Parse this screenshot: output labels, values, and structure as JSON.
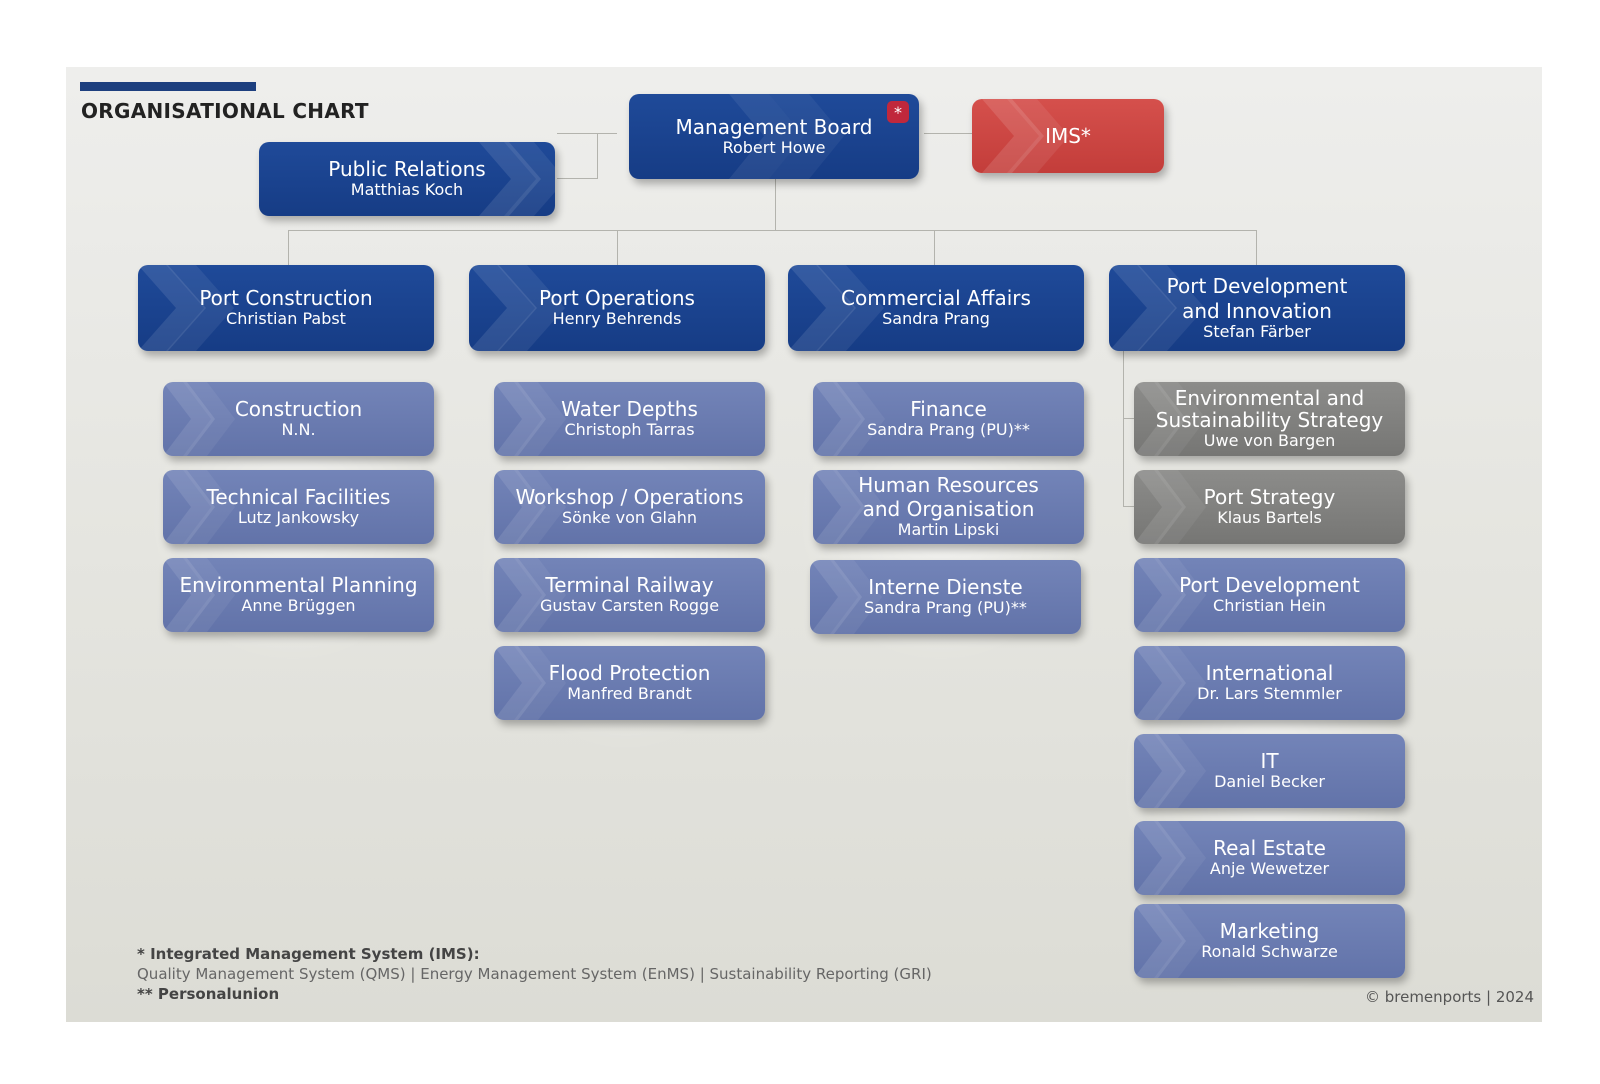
{
  "chart": {
    "title": "ORGANISATIONAL CHART"
  },
  "management": {
    "title": "Management Board",
    "person": "Robert Howe",
    "badge": "*"
  },
  "public_relations": {
    "title": "Public Relations",
    "person": "Matthias Koch"
  },
  "ims": {
    "title": "IMS*"
  },
  "divisions": [
    {
      "title": "Port Construction",
      "person": "Christian Pabst",
      "units": [
        {
          "title": "Construction",
          "person": "N.N."
        },
        {
          "title": "Technical Facilities",
          "person": "Lutz Jankowsky"
        },
        {
          "title": "Environmental Planning",
          "person": "Anne Brüggen"
        }
      ]
    },
    {
      "title": "Port Operations",
      "person": "Henry Behrends",
      "units": [
        {
          "title": "Water Depths",
          "person": "Christoph Tarras"
        },
        {
          "title": "Workshop / Operations",
          "person": "Sönke von Glahn"
        },
        {
          "title": "Terminal Railway",
          "person": "Gustav Carsten Rogge"
        },
        {
          "title": "Flood Protection",
          "person": "Manfred Brandt"
        }
      ]
    },
    {
      "title": "Commercial Affairs",
      "person": "Sandra Prang",
      "units": [
        {
          "title": "Finance",
          "person": "Sandra Prang (PU)**"
        },
        {
          "title_line1": "Human Resources",
          "title_line2": "and Organisation",
          "person": "Martin Lipski"
        },
        {
          "title": "Interne Dienste",
          "person": "Sandra Prang (PU)**"
        }
      ]
    },
    {
      "title_line1": "Port Development",
      "title_line2": "and Innovation",
      "person": "Stefan Färber",
      "staff_units": [
        {
          "title_line1": "Environmental and",
          "title_line2": "Sustainability Strategy",
          "person": "Uwe von Bargen"
        },
        {
          "title": "Port Strategy",
          "person": "Klaus Bartels"
        }
      ],
      "units": [
        {
          "title": "Port Development",
          "person": "Christian Hein"
        },
        {
          "title": "International",
          "person": "Dr. Lars Stemmler"
        },
        {
          "title": "IT",
          "person": "Daniel Becker"
        },
        {
          "title": "Real Estate",
          "person": "Anje Wewetzer"
        },
        {
          "title": "Marketing",
          "person": "Ronald Schwarze"
        }
      ]
    }
  ],
  "footnotes": {
    "line1": "* Integrated Management System (IMS):",
    "line2": "Quality Management System (QMS) | Energy Management System (EnMS) | Sustainability Reporting (GRI)",
    "line3": "** Personalunion"
  },
  "copyright": "© bremenports | 2024",
  "colors": {
    "dark_blue": "#1a4290",
    "light_blue": "#6b7cb1",
    "grey": "#808080",
    "red": "#cc4845",
    "accent": "#1d3f7f"
  }
}
